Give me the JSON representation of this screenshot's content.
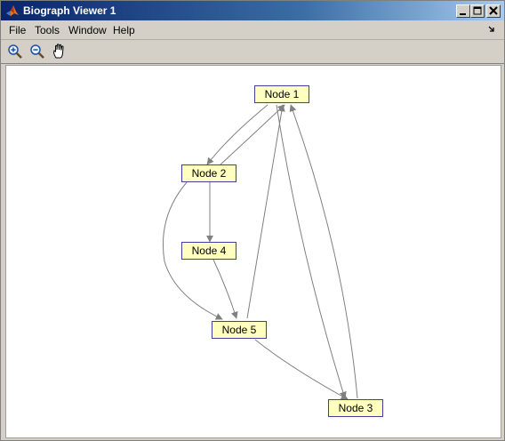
{
  "window": {
    "title": "Biograph Viewer 1"
  },
  "menu": {
    "items": [
      "File",
      "Tools",
      "Window",
      "Help"
    ]
  },
  "toolbar": {
    "tools": [
      "zoom-in-icon",
      "zoom-out-icon",
      "pan-hand-icon"
    ]
  },
  "graph": {
    "nodes": [
      "Node 1",
      "Node 2",
      "Node 3",
      "Node 4",
      "Node 5"
    ],
    "node_fill": "#ffffc0",
    "node_border": "#4040a0",
    "edge_color": "#808080",
    "edges": [
      {
        "from": "Node 1",
        "to": "Node 2"
      },
      {
        "from": "Node 2",
        "to": "Node 1"
      },
      {
        "from": "Node 2",
        "to": "Node 4"
      },
      {
        "from": "Node 2",
        "to": "Node 5"
      },
      {
        "from": "Node 4",
        "to": "Node 5"
      },
      {
        "from": "Node 5",
        "to": "Node 1"
      },
      {
        "from": "Node 5",
        "to": "Node 3"
      },
      {
        "from": "Node 1",
        "to": "Node 3"
      },
      {
        "from": "Node 3",
        "to": "Node 1"
      }
    ]
  }
}
